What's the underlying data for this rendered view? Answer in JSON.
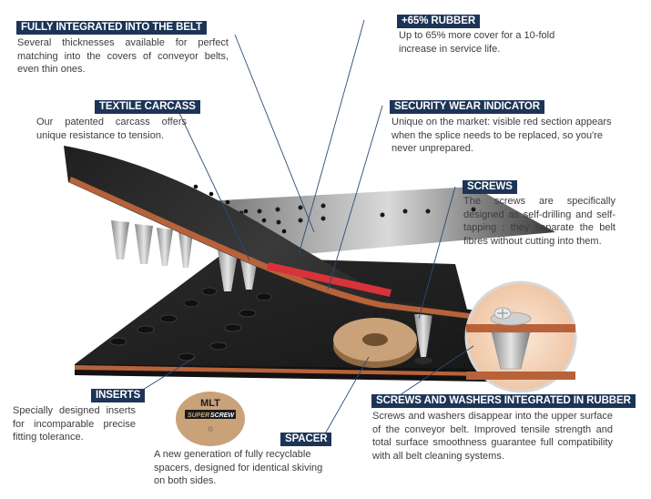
{
  "callouts": {
    "belt": {
      "label": "FULLY INTEGRATED INTO THE BELT",
      "text": "Several thicknesses available for perfect matching into the covers of conveyor belts, even thin ones."
    },
    "rubber": {
      "label": "+65% RUBBER",
      "text": "Up to 65% more cover for a 10-fold increase in service life."
    },
    "carcass": {
      "label": "TEXTILE CARCASS",
      "text": "Our patented carcass offers unique resistance to tension."
    },
    "wear": {
      "label": "SECURITY WEAR INDICATOR",
      "text": "Unique on the market: visible red section appears when the splice needs to be replaced, so you're never unprepared."
    },
    "screws": {
      "label": "SCREWS",
      "text": "The screws are specifically designed as self-drilling and self-tapping : they separate the belt fibres without cutting into them."
    },
    "integrated": {
      "label": "SCREWS AND WASHERS INTEGRATED IN RUBBER",
      "text": "Screws and washers disappear into the upper surface of the conveyor belt. Improved tensile strength and total surface smoothness guarantee full compatibility with all belt cleaning systems."
    },
    "inserts": {
      "label": "INSERTS",
      "text": "Specially designed inserts for incomparable precise fitting tolerance."
    },
    "spacer": {
      "label": "SPACER",
      "text": "A new generation of fully recyclable spacers, designed for identical skiving on both sides."
    }
  },
  "logo": {
    "brand": "MLT",
    "product_a": "SUPER",
    "product_b": "SCREW"
  },
  "colors": {
    "label_bg": "#1c3557",
    "leader_line": "#2b4a78",
    "belt_dark": "#262626",
    "carcass": "#b8623a",
    "wear_indicator": "#d8323a",
    "spacer": "#c9a27a"
  }
}
